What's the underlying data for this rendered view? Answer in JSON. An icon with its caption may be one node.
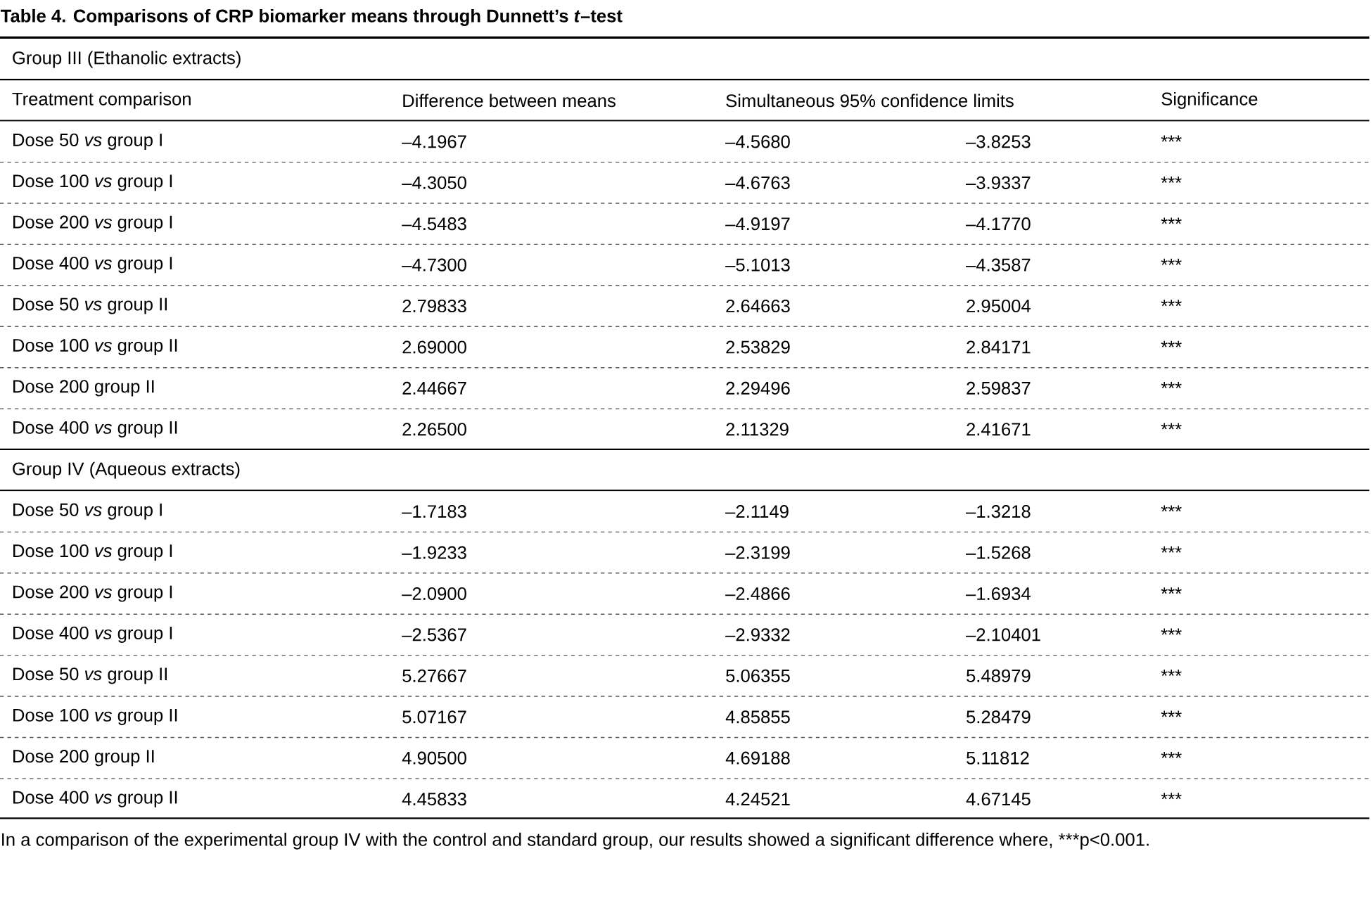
{
  "diagram": {
    "title": "Table 4. Comparisons of CRP biomarker means through Dunnett’s *t*–test",
    "caption": "In a comparison of the experimental group IV with the control and standard group, our results showed a significant difference where, ***p<0.001.",
    "labels": [
      "Group III (Ethanolic extracts)",
      "Treatment comparison",
      "Difference between means",
      "Simultaneous 95% confidence limits",
      "Significance",
      "Dose 50 *vs* group I",
      "–4.1967",
      "–4.5680",
      "–3.8253",
      "***",
      "Dose 100 *vs* group I",
      "–4.3050",
      "–4.6763",
      "–3.9337",
      "***",
      "Dose 200 *vs* group I",
      "–4.5483",
      "–4.9197",
      "–4.1770",
      "***",
      "Dose 400 *vs* group I",
      "–4.7300",
      "–5.1013",
      "–4.3587",
      "***",
      "Dose 50 *vs* group II",
      "2.79833",
      "2.64663",
      "2.95004",
      "***",
      "Dose 100 *vs* group II",
      "2.69000",
      "2.53829",
      "2.84171",
      "***",
      "Dose 200 group II",
      "2.44667",
      "2.29496",
      "2.59837",
      "***",
      "Dose 400 *vs* group II",
      "2.26500",
      "2.11329",
      "2.41671",
      "***",
      "Group IV (Aqueous extracts)",
      "Dose 50 *vs* group I",
      "–1.7183",
      "–2.1149",
      "–1.3218",
      "***",
      "Dose 100 *vs* group I",
      "–1.9233",
      "–2.3199",
      "–1.5268",
      "***",
      "Dose 200 *vs* group I",
      "–2.0900",
      "–2.4866",
      "–1.6934",
      "***",
      "Dose 400 *vs* group I",
      "–2.5367",
      "–2.9332",
      "–2.10401",
      "***",
      "Dose 50 *vs* group II",
      "5.27667",
      "5.06355",
      "5.48979",
      "***",
      "Dose 100 *vs* group II",
      "5.07167",
      "4.85855",
      "5.28479",
      "***",
      "Dose 200 group II",
      "4.90500",
      "4.69188",
      "5.11812",
      "***",
      "Dose 400 *vs* group II",
      "4.45833",
      "4.24521",
      "4.67145",
      "***"
    ]
  }
}
